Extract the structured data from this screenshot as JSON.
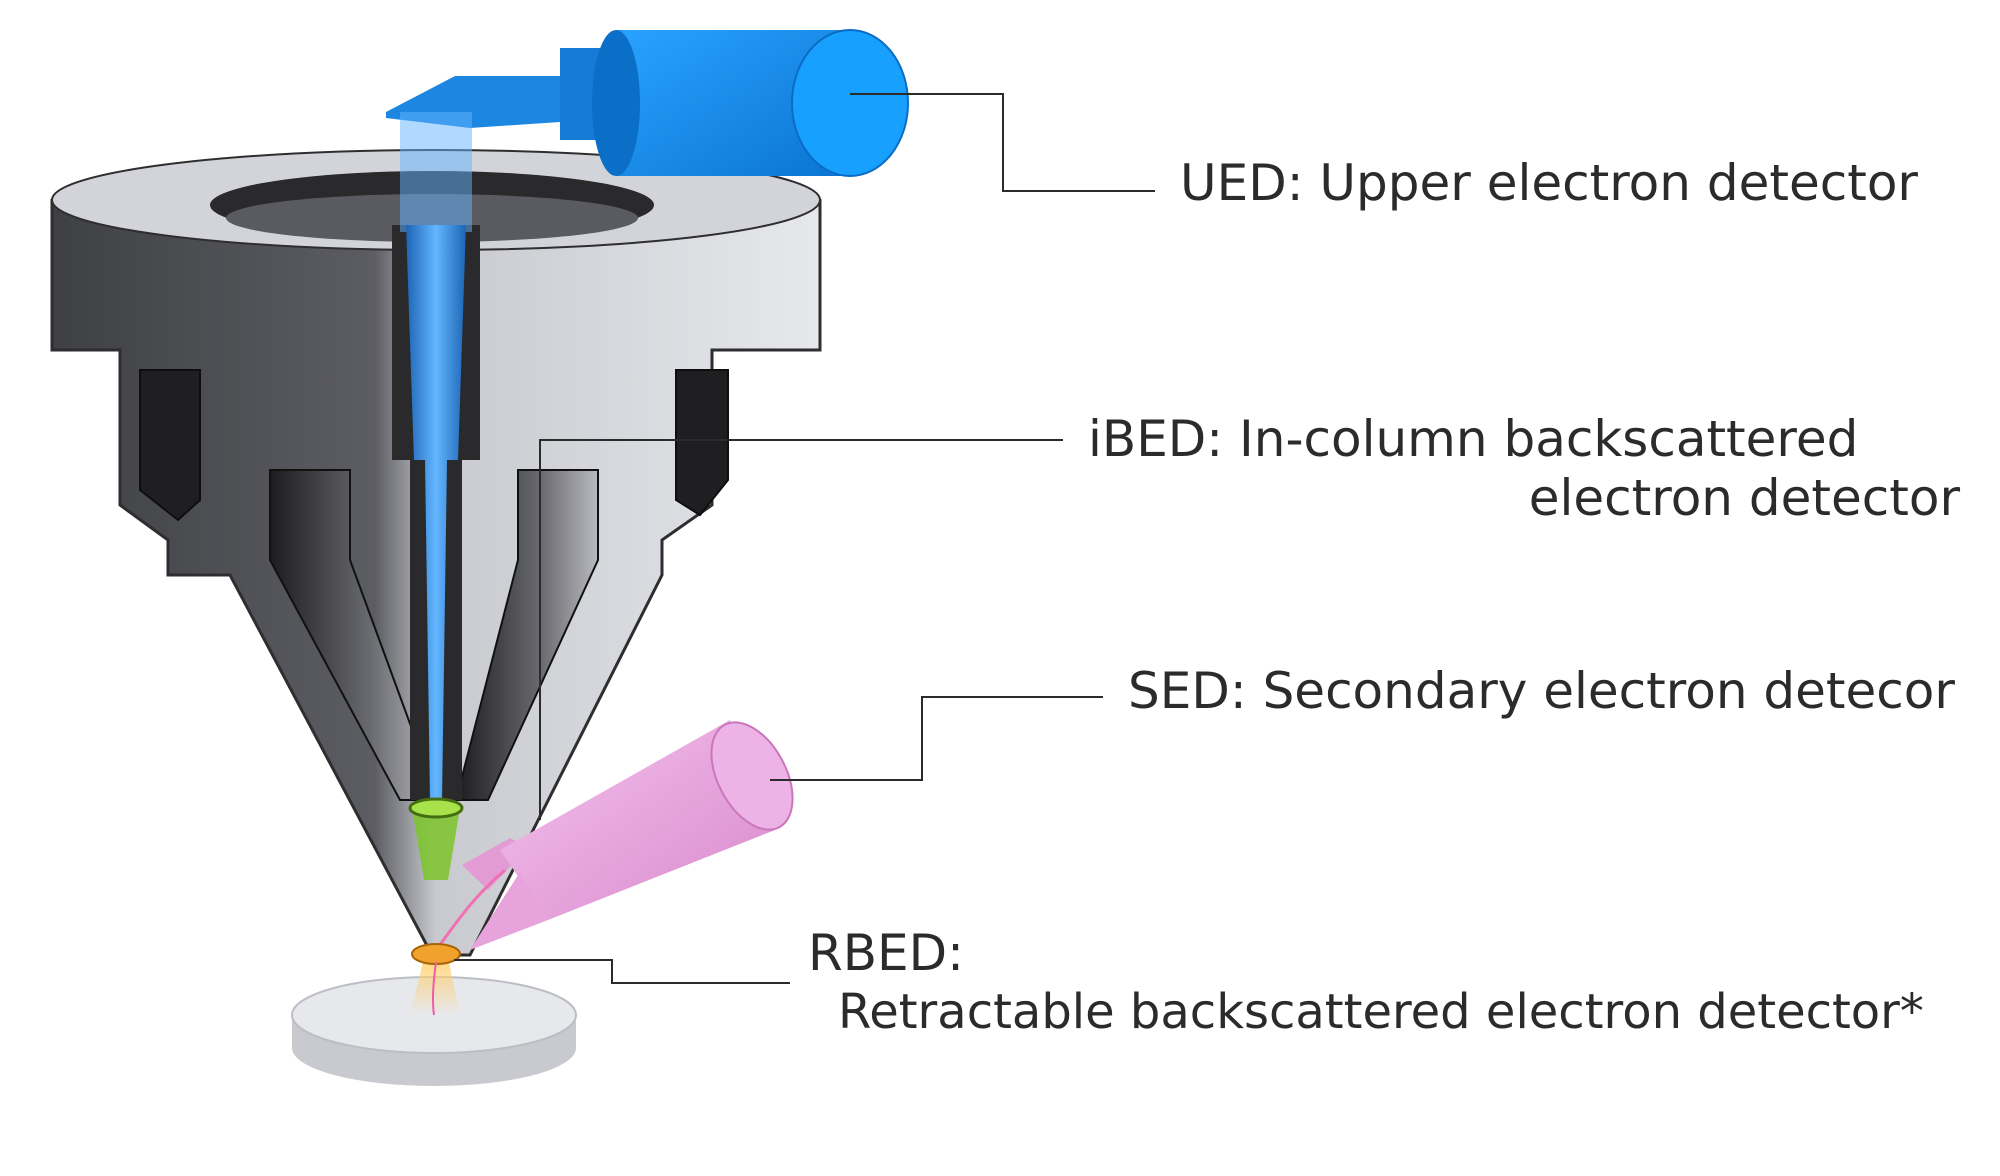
{
  "labels": {
    "ued": "UED: Upper electron detector",
    "ibed_line1": "iBED: In-column backscattered",
    "ibed_line2": "electron detector",
    "sed": "SED: Secondary electron detecor",
    "rbed_line1": "RBED:",
    "rbed_line2": "Retractable backscattered electron detector*"
  },
  "colors": {
    "ued": "#1e90e8",
    "beam": "#3a8fd8",
    "ibed": "#7bc42a",
    "sed": "#e7a3dc",
    "rbed": "#e79a1d",
    "body_dark": "#4b4b4f",
    "body_light": "#d9dadf",
    "leader": "#2b2b2b"
  }
}
